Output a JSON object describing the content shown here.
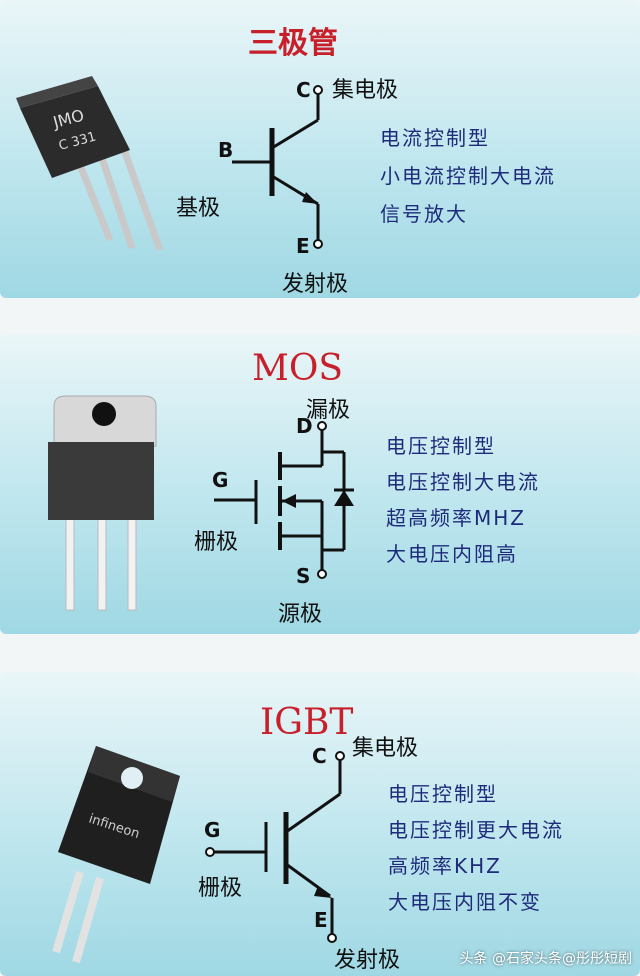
{
  "transistor": {
    "title": "三极管",
    "pins": {
      "c": "C",
      "b": "B",
      "e": "E"
    },
    "labels": {
      "collector": "集电极",
      "base": "基极",
      "emitter": "发射极"
    },
    "package_marking": [
      "JMO",
      "C 331"
    ],
    "features": [
      "电流控制型",
      "小电流控制大电流",
      "信号放大"
    ]
  },
  "mos": {
    "title": "MOS",
    "pins": {
      "d": "D",
      "g": "G",
      "s": "S"
    },
    "labels": {
      "drain": "漏极",
      "gate": "栅极",
      "source": "源极"
    },
    "features": [
      "电压控制型",
      "电压控制大电流",
      "超高频率MHZ",
      "大电压内阻高"
    ]
  },
  "igbt": {
    "title": "IGBT",
    "pins": {
      "c": "C",
      "g": "G",
      "e": "E"
    },
    "labels": {
      "collector": "集电极",
      "gate": "栅极",
      "emitter": "发射极"
    },
    "package_marking": "infineon",
    "features": [
      "电压控制型",
      "电压控制更大电流",
      "高频率KHZ",
      "大电压内阻不变"
    ]
  },
  "watermark": "头条 @石家头条@彤彤短剧"
}
